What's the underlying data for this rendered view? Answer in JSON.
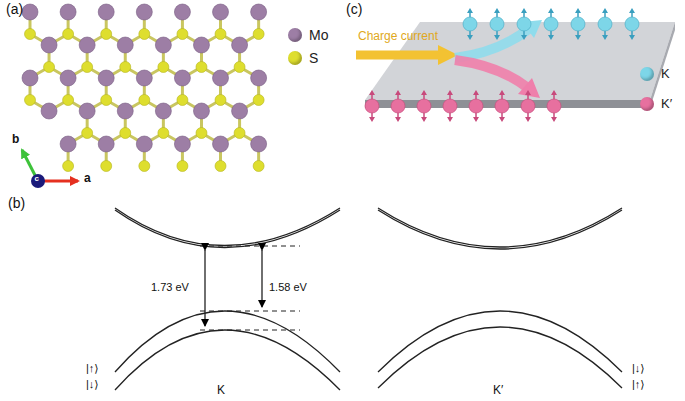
{
  "diagram": {
    "labels": [
      "(a)",
      "(b)",
      "(c)",
      "a",
      "b",
      "c",
      "1.73 eV",
      "1.58 eV",
      "|↑⟩",
      "|↓⟩",
      "K",
      "K′",
      "|↓⟩",
      "|↑⟩",
      "Charge current"
    ],
    "legend": [
      {
        "text": "Mo",
        "color": "#9d7ea5"
      },
      {
        "text": "S",
        "color": "#dede2e"
      },
      {
        "text": "K",
        "color": "#7dd6e8"
      },
      {
        "text": "K′",
        "color": "#e7709f"
      }
    ]
  }
}
